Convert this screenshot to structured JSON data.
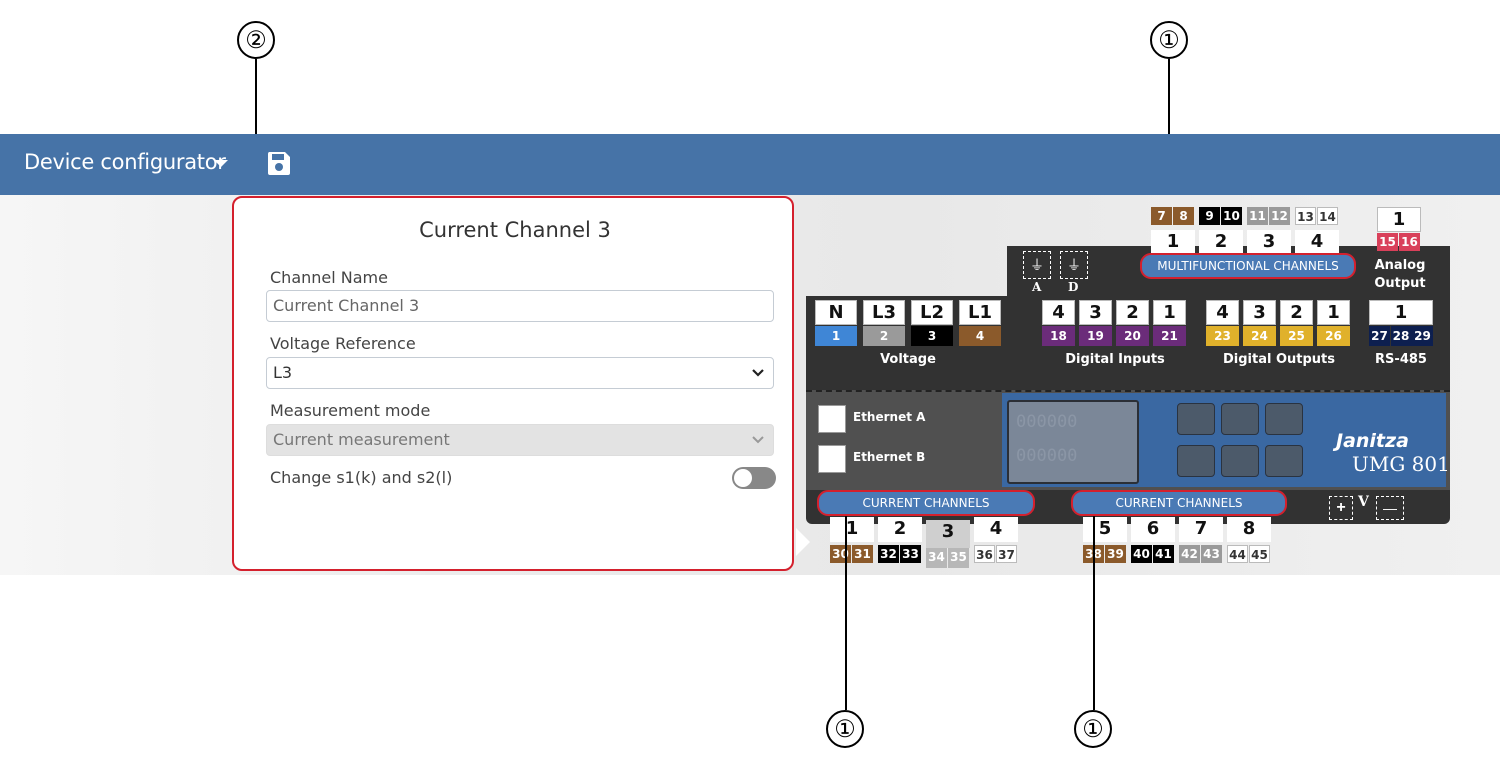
{
  "app": {
    "title": "Device configurator"
  },
  "callouts": {
    "panel": "②",
    "multi": "①",
    "current_left": "①",
    "current_right": "①"
  },
  "panel": {
    "title": "Current Channel 3",
    "channel_name_label": "Channel Name",
    "channel_name_value": "Current Channel 3",
    "voltage_ref_label": "Voltage Reference",
    "voltage_ref_value": "L3",
    "measurement_mode_label": "Measurement mode",
    "measurement_mode_value": "Current measurement",
    "swap_label": "Change s1(k) and s2(l)",
    "swap_on": false
  },
  "device": {
    "brand": "Janitza",
    "model": "UMG 801",
    "ethernet_a": "Ethernet A",
    "ethernet_b": "Ethernet B",
    "lcd_line": "000000",
    "voltage_label": "Voltage",
    "digital_inputs_label": "Digital Inputs",
    "digital_outputs_label": "Digital Outputs",
    "rs485_label": "RS-485",
    "analog_label_1": "Analog",
    "analog_label_2": "Output",
    "multifunctional_label": "MULTIFUNCTIONAL CHANNELS",
    "current_channels_label_left": "CURRENT CHANNELS",
    "current_channels_label_right": "CURRENT CHANNELS",
    "ground_a": "A",
    "ground_d": "D",
    "voltage_terms": [
      {
        "name": "N",
        "pin": "1",
        "color": "#3f86d6"
      },
      {
        "name": "L3",
        "pin": "2",
        "color": "#9a9a9a"
      },
      {
        "name": "L2",
        "pin": "3",
        "color": "#000000"
      },
      {
        "name": "L1",
        "pin": "4",
        "color": "#8b5a2b"
      }
    ],
    "digital_inputs": [
      {
        "name": "4",
        "pin": "18"
      },
      {
        "name": "3",
        "pin": "19"
      },
      {
        "name": "2",
        "pin": "20"
      },
      {
        "name": "1",
        "pin": "21"
      }
    ],
    "digital_outputs": [
      {
        "name": "4",
        "pin": "23"
      },
      {
        "name": "3",
        "pin": "24"
      },
      {
        "name": "2",
        "pin": "25"
      },
      {
        "name": "1",
        "pin": "26"
      }
    ],
    "rs485": {
      "name": "1",
      "pins": [
        "27",
        "28",
        "29"
      ]
    },
    "analog": {
      "name": "1",
      "pins": [
        "15",
        "16"
      ]
    },
    "multi_terms": [
      {
        "name": "1",
        "pins": [
          "7",
          "8"
        ],
        "color": "#8b5a2b"
      },
      {
        "name": "2",
        "pins": [
          "9",
          "10"
        ],
        "color": "#000000"
      },
      {
        "name": "3",
        "pins": [
          "11",
          "12"
        ],
        "color": "#9a9a9a"
      },
      {
        "name": "4",
        "pins": [
          "13",
          "14"
        ],
        "color": "#ffffff"
      }
    ],
    "current_left": [
      {
        "name": "1",
        "pins": [
          "30",
          "31"
        ],
        "color": "#8b5a2b"
      },
      {
        "name": "2",
        "pins": [
          "32",
          "33"
        ],
        "color": "#000000"
      },
      {
        "name": "3",
        "pins": [
          "34",
          "35"
        ],
        "color": "#9a9a9a"
      },
      {
        "name": "4",
        "pins": [
          "36",
          "37"
        ],
        "color": "#ffffff"
      }
    ],
    "current_right": [
      {
        "name": "5",
        "pins": [
          "38",
          "39"
        ],
        "color": "#8b5a2b"
      },
      {
        "name": "6",
        "pins": [
          "40",
          "41"
        ],
        "color": "#000000"
      },
      {
        "name": "7",
        "pins": [
          "42",
          "43"
        ],
        "color": "#9a9a9a"
      },
      {
        "name": "8",
        "pins": [
          "44",
          "45"
        ],
        "color": "#ffffff"
      }
    ],
    "v_plus": "+",
    "v_label": "V",
    "v_minus": "—"
  },
  "colors": {
    "accent": "#4673a7",
    "highlight": "#d4202d",
    "digital_in": "#6b2c7a",
    "digital_out": "#e0b12b",
    "rs485": "#0d1f4f",
    "analog": "#d9405a"
  }
}
